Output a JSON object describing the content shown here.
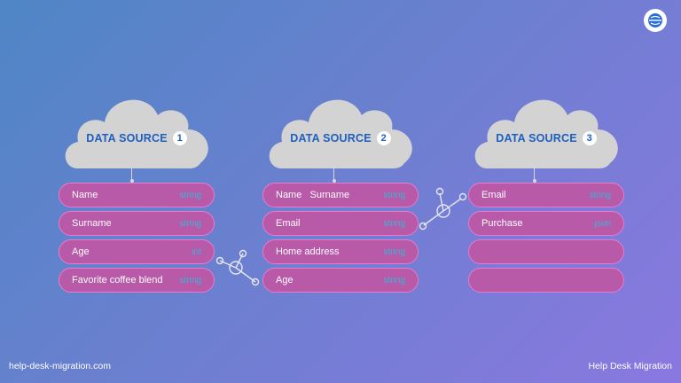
{
  "brand": {
    "logo_icon": "globe-icon",
    "website": "help-desk-migration.com",
    "name": "Help Desk Migration"
  },
  "colors": {
    "cloud": "#d3d3d3",
    "label": "#1f5fbf",
    "field_fill": "#b85aa8",
    "field_border": "#e97ad0",
    "type_text": "#35b6d8"
  },
  "sources": [
    {
      "title": "DATA SOURCE",
      "number": "1",
      "fields": [
        {
          "name": "Name",
          "type": "string"
        },
        {
          "name": "Surname",
          "type": "string"
        },
        {
          "name": "Age",
          "type": "int"
        },
        {
          "name": "Favorite coffee blend",
          "type": "string"
        }
      ]
    },
    {
      "title": "DATA SOURCE",
      "number": "2",
      "fields": [
        {
          "name": "Name   Surname",
          "type": "string"
        },
        {
          "name": "Email",
          "type": "string"
        },
        {
          "name": "Home address",
          "type": "string"
        },
        {
          "name": "Age",
          "type": "string"
        }
      ]
    },
    {
      "title": "DATA SOURCE",
      "number": "3",
      "fields": [
        {
          "name": "Email",
          "type": "string"
        },
        {
          "name": "Purchase",
          "type": "json"
        },
        {
          "name": "",
          "type": ""
        },
        {
          "name": "",
          "type": ""
        }
      ]
    }
  ],
  "connectors": [
    {
      "icon": "network-hub-icon",
      "between": "source-1 and source-2"
    },
    {
      "icon": "network-hub-icon",
      "between": "source-2 and source-3"
    }
  ]
}
